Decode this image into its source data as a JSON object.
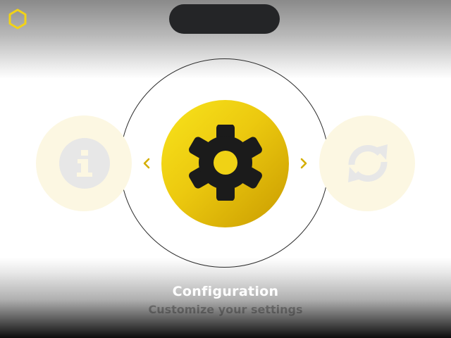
{
  "app": {
    "logo_icon": "hexagon-icon",
    "accent_color": "#f2d316"
  },
  "carousel": {
    "items": [
      {
        "icon": "info-icon",
        "state": "inactive"
      },
      {
        "icon": "gear-icon",
        "state": "selected"
      },
      {
        "icon": "sync-icon",
        "state": "inactive"
      }
    ],
    "prev_icon": "chevron-left-icon",
    "next_icon": "chevron-right-icon"
  },
  "selected": {
    "title": "Configuration",
    "subtitle": "Customize your settings"
  }
}
